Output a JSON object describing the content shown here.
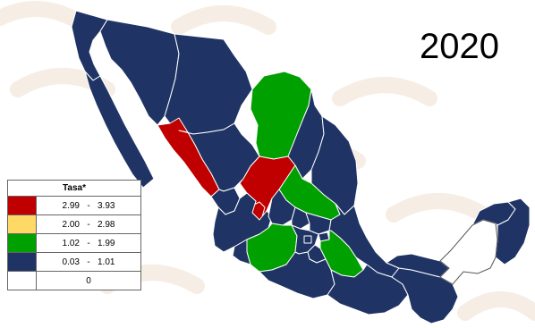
{
  "map": {
    "year": "2020",
    "colors": {
      "high": "#c00000",
      "midhigh": "#ffd966",
      "mid": "#00a000",
      "low": "#1f3464",
      "zero": "#ffffff",
      "border": "#ffffff",
      "outline": "#666666"
    },
    "regions": [
      {
        "name": "Baja California",
        "class": "low"
      },
      {
        "name": "Baja California Sur",
        "class": "low"
      },
      {
        "name": "Sonora",
        "class": "low"
      },
      {
        "name": "Chihuahua",
        "class": "low"
      },
      {
        "name": "Coahuila",
        "class": "mid"
      },
      {
        "name": "Nuevo León",
        "class": "low"
      },
      {
        "name": "Tamaulipas",
        "class": "low"
      },
      {
        "name": "Sinaloa",
        "class": "high"
      },
      {
        "name": "Durango",
        "class": "low"
      },
      {
        "name": "Zacatecas",
        "class": "high"
      },
      {
        "name": "San Luis Potosí",
        "class": "mid"
      },
      {
        "name": "Nayarit",
        "class": "low"
      },
      {
        "name": "Aguascalientes",
        "class": "high"
      },
      {
        "name": "Jalisco",
        "class": "low"
      },
      {
        "name": "Guanajuato",
        "class": "low"
      },
      {
        "name": "Querétaro",
        "class": "low"
      },
      {
        "name": "Hidalgo",
        "class": "low"
      },
      {
        "name": "Veracruz",
        "class": "low"
      },
      {
        "name": "Michoacán",
        "class": "mid"
      },
      {
        "name": "Colima",
        "class": "low"
      },
      {
        "name": "Estado de México",
        "class": "low"
      },
      {
        "name": "Ciudad de México",
        "class": "low"
      },
      {
        "name": "Tlaxcala",
        "class": "low"
      },
      {
        "name": "Puebla",
        "class": "mid"
      },
      {
        "name": "Morelos",
        "class": "low"
      },
      {
        "name": "Guerrero",
        "class": "low"
      },
      {
        "name": "Oaxaca",
        "class": "low"
      },
      {
        "name": "Chiapas",
        "class": "low"
      },
      {
        "name": "Tabasco",
        "class": "low"
      },
      {
        "name": "Campeche",
        "class": "zero"
      },
      {
        "name": "Yucatán",
        "class": "low"
      },
      {
        "name": "Quintana Roo",
        "class": "low"
      }
    ]
  },
  "legend": {
    "title": "Tasa*",
    "rows": [
      {
        "class": "high",
        "color": "#c00000",
        "lo": "2.99",
        "sep": "-",
        "hi": "3.93"
      },
      {
        "class": "midhigh",
        "color": "#ffd966",
        "lo": "2.00",
        "sep": "-",
        "hi": "2.98"
      },
      {
        "class": "mid",
        "color": "#00a000",
        "lo": "1.02",
        "sep": "-",
        "hi": "1.99"
      },
      {
        "class": "low",
        "color": "#1f3464",
        "lo": "0.03",
        "sep": "-",
        "hi": "1.01"
      },
      {
        "class": "zero",
        "color": "#ffffff",
        "lo": "",
        "sep": "0",
        "hi": ""
      }
    ]
  }
}
